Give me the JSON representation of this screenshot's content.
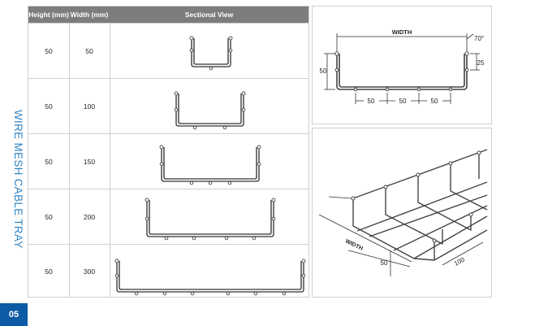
{
  "side_title": "WIRE MESH CABLE TRAY",
  "page_number": "05",
  "table": {
    "headers": {
      "height": "Height (mm)",
      "width": "Width (mm)",
      "view": "Sectional View"
    },
    "rows": [
      {
        "height": "50",
        "width": "50"
      },
      {
        "height": "50",
        "width": "100"
      },
      {
        "height": "50",
        "width": "150"
      },
      {
        "height": "50",
        "width": "200"
      },
      {
        "height": "50",
        "width": "300"
      }
    ]
  },
  "section_drawing": {
    "width_label": "WIDTH",
    "angle_label": "70°",
    "height_label": "50",
    "lip_label": "25",
    "spacing_labels": [
      "50",
      "50",
      "50"
    ]
  },
  "iso_drawing": {
    "width_label": "WIDTH",
    "height_label": "50",
    "pitch_label": "100"
  },
  "colors": {
    "accent": "#2f84c4",
    "page_badge": "#0d5aa6",
    "header": "#7d7d7d"
  }
}
